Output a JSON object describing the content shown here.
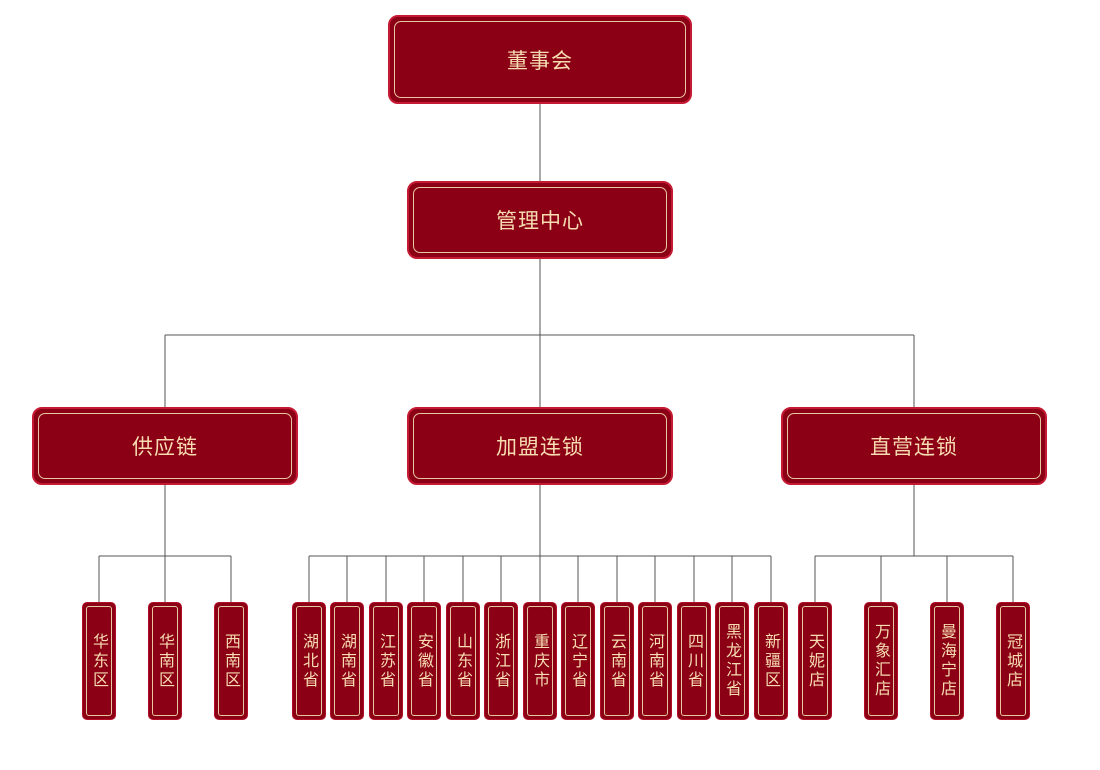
{
  "top": {
    "label": "董事会"
  },
  "center": {
    "label": "管理中心"
  },
  "divisions": [
    {
      "label": "供应链",
      "children": [
        "华东区",
        "华南区",
        "西南区"
      ]
    },
    {
      "label": "加盟连锁",
      "children": [
        "湖北省",
        "湖南省",
        "江苏省",
        "安徽省",
        "山东省",
        "浙江省",
        "重庆市",
        "辽宁省",
        "云南省",
        "河南省",
        "四川省",
        "黑龙江省",
        "新疆区"
      ]
    },
    {
      "label": "直营连锁",
      "children": [
        "天妮店",
        "万象汇店",
        "曼海宁店",
        "冠城店"
      ]
    }
  ],
  "colors": {
    "box_fill": "#8b0015",
    "box_text": "#f6dcb0",
    "line": "#555555"
  }
}
